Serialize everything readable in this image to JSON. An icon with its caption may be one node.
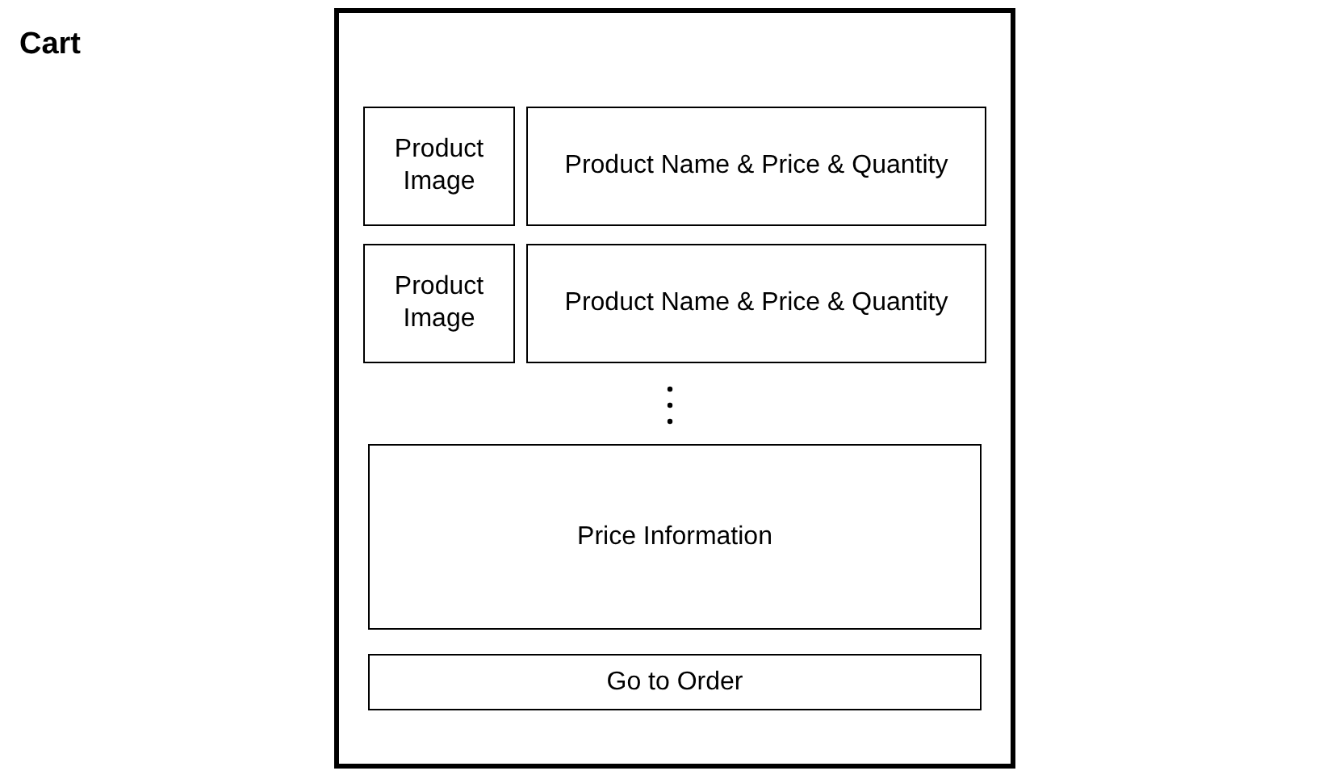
{
  "diagram": {
    "title": "Cart",
    "nodes": [
      {
        "text": [],
        "shape": "box"
      },
      {
        "text": [
          "Product Image"
        ],
        "in": 0
      },
      {
        "text": [
          "Product Name & Price & Quantity"
        ],
        "in": 0
      },
      {
        "text": [
          "Product Image"
        ],
        "in": 0
      },
      {
        "text": [
          "Product Name & Price & Quantity"
        ],
        "in": 0
      },
      {
        "text": [
          "Price Information"
        ],
        "in": 0
      },
      {
        "text": [
          "Go to Order"
        ],
        "in": 0
      }
    ]
  }
}
